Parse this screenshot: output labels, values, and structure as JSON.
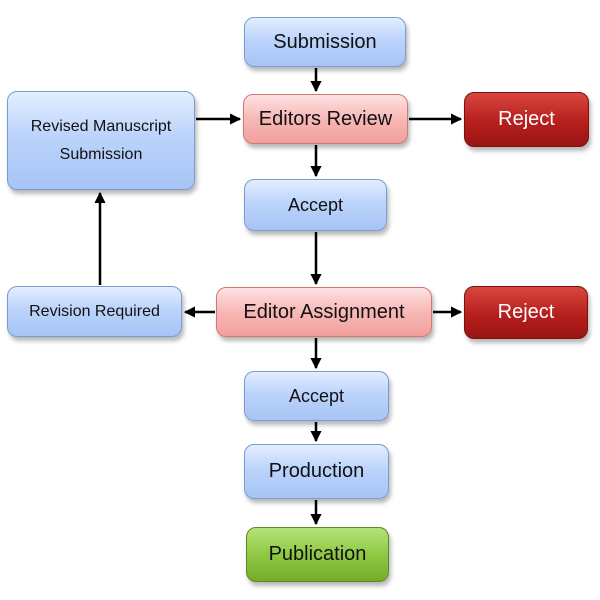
{
  "diagram": {
    "nodes": {
      "submission": "Submission",
      "editors_review": "Editors Review",
      "reject_1": "Reject",
      "revised_manuscript_line1": "Revised Manuscript",
      "revised_manuscript_line2": "Submission",
      "accept_1": "Accept",
      "revision_required": "Revision Required",
      "editor_assignment": "Editor Assignment",
      "reject_2": "Reject",
      "accept_2": "Accept",
      "production": "Production",
      "publication": "Publication"
    },
    "edges": [
      {
        "from": "submission",
        "to": "editors_review"
      },
      {
        "from": "editors_review",
        "to": "reject_1"
      },
      {
        "from": "revised_manuscript",
        "to": "editors_review"
      },
      {
        "from": "editors_review",
        "to": "accept_1"
      },
      {
        "from": "accept_1",
        "to": "editor_assignment"
      },
      {
        "from": "editor_assignment",
        "to": "revision_required"
      },
      {
        "from": "editor_assignment",
        "to": "reject_2"
      },
      {
        "from": "revision_required",
        "to": "revised_manuscript"
      },
      {
        "from": "editor_assignment",
        "to": "accept_2"
      },
      {
        "from": "accept_2",
        "to": "production"
      },
      {
        "from": "production",
        "to": "publication"
      }
    ]
  },
  "colors": {
    "process": "#bcd4fb",
    "decision": "#f7b8b6",
    "reject": "#b51f1d",
    "publication": "#8cc63f",
    "arrow": "#000000"
  }
}
